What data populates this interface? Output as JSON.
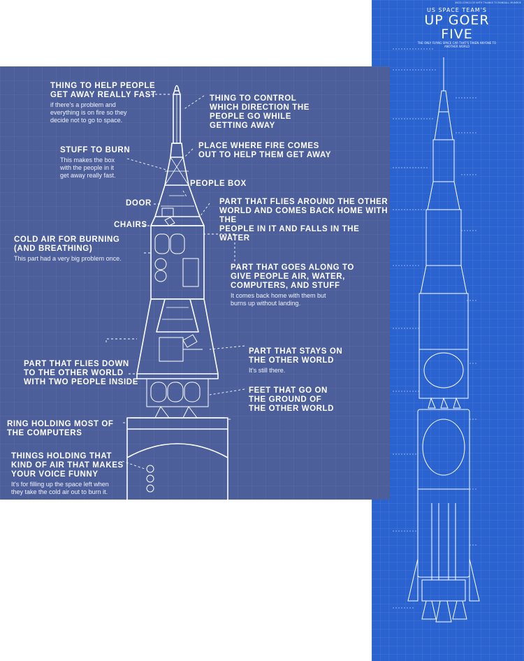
{
  "poster": {
    "credit": "XKCD.COM/1133 WITH THANKS TO RANDALL MUNROE",
    "title_small": "US SPACE TEAM'S",
    "title_big": "UP GOER FIVE",
    "subtitle": "THE ONLY FLYING SPACE CAR THAT'S TAKEN ANYONE TO ANOTHER WORLD"
  },
  "labels": {
    "get_away": {
      "heading": "THING TO HELP PEOPLE\nGET AWAY REALLY FAST",
      "desc": "if there's a problem and\neverything is on fire so they\ndecide not to go to space."
    },
    "control": {
      "heading": "THING TO CONTROL\nWHICH DIRECTION THE\nPEOPLE GO WHILE\nGETTING AWAY"
    },
    "stuff_to_burn": {
      "heading": "STUFF TO BURN",
      "desc": "This makes the box\nwith the people in it\nget away really fast."
    },
    "fire_place": {
      "heading": "PLACE WHERE FIRE COMES\nOUT TO HELP THEM GET AWAY"
    },
    "people_box": {
      "heading": "PEOPLE BOX"
    },
    "door": {
      "heading": "DOOR"
    },
    "chairs": {
      "heading": "CHAIRS"
    },
    "flies_around": {
      "heading": "PART THAT FLIES AROUND THE OTHER\nWORLD AND COMES BACK HOME WITH THE\nPEOPLE IN IT AND FALLS IN THE WATER"
    },
    "cold_air": {
      "heading": "COLD AIR FOR BURNING\n(AND BREATHING)",
      "desc": "This part had a very big problem once."
    },
    "goes_along": {
      "heading": "PART THAT GOES ALONG TO\nGIVE PEOPLE AIR, WATER,\nCOMPUTERS, AND STUFF",
      "desc": "It comes back home with them but\nburns up without landing."
    },
    "stays_on": {
      "heading": "PART THAT STAYS ON\nTHE OTHER WORLD",
      "desc": "It's still there."
    },
    "flies_down": {
      "heading": "PART THAT FLIES DOWN\nTO THE OTHER WORLD\nWITH TWO PEOPLE INSIDE"
    },
    "feet": {
      "heading": "FEET THAT GO ON\nTHE GROUND OF\nTHE OTHER WORLD"
    },
    "ring": {
      "heading": "RING HOLDING MOST OF\nTHE COMPUTERS"
    },
    "funny_air": {
      "heading": "THINGS HOLDING THAT\nKIND OF AIR THAT MAKES\nYOUR VOICE FUNNY",
      "desc": "It's for filling up the space left when\nthey take the cold air out to burn it."
    }
  },
  "colors": {
    "panel_bg": "#4d5f9a",
    "poster_bg": "#2a63cf",
    "line": "#ffffff"
  }
}
